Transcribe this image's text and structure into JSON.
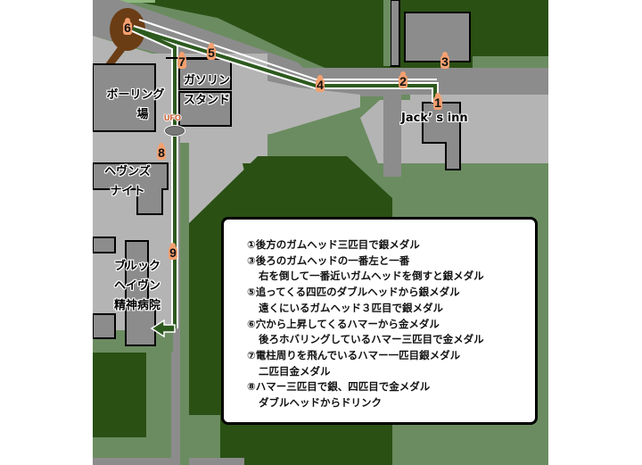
{
  "map": {
    "colors": {
      "grass_light": "#6b8c60",
      "grass_dark": "#2a5014",
      "road": "#8c8c8c",
      "pavement": "#b4b4b4",
      "building": "#8c8c8c",
      "route": "#2d5a1e",
      "tree": "#6b3d14",
      "marker": "#f4a070"
    },
    "buildings": [
      {
        "id": "bowling",
        "label_lines": [
          "ボーリング",
          "場"
        ]
      },
      {
        "id": "gas",
        "label_lines": [
          "ガソリン",
          "スタンド"
        ]
      },
      {
        "id": "haven",
        "label_lines": [
          "ヘヴンズ",
          "ナイト"
        ]
      },
      {
        "id": "hospital",
        "label_lines": [
          "ブルック",
          "ヘイヴン",
          "精神病院"
        ]
      },
      {
        "id": "jacks",
        "label_lines": [
          "Jack’ s inn"
        ]
      }
    ],
    "markers": [
      {
        "num": "1"
      },
      {
        "num": "2"
      },
      {
        "num": "3"
      },
      {
        "num": "4"
      },
      {
        "num": "5"
      },
      {
        "num": "6"
      },
      {
        "num": "7"
      },
      {
        "num": "8"
      },
      {
        "num": "9"
      }
    ],
    "ufo_label": "UFO"
  },
  "notes": {
    "lines": [
      "①後方のガムヘッド三匹目で銀メダル",
      "③後ろのガムヘッドの一番左と一番",
      "右を倒して一番近いガムヘッドを倒すと銀メダル",
      "⑤追ってくる四匹のダブルヘッドから銀メダル",
      "遠くにいるガムヘッド３匹目で銀メダル",
      "⑥穴から上昇してくるハマーから金メダル",
      "後ろホバリングしているハマー三匹目で金メダル",
      "⑦電柱周りを飛んでいるハマー一匹目銀メダル",
      "二匹目金メダル",
      "⑧ハマー三匹目で銀、四匹目で金メダル",
      "ダブルヘッドからドリンク"
    ]
  }
}
